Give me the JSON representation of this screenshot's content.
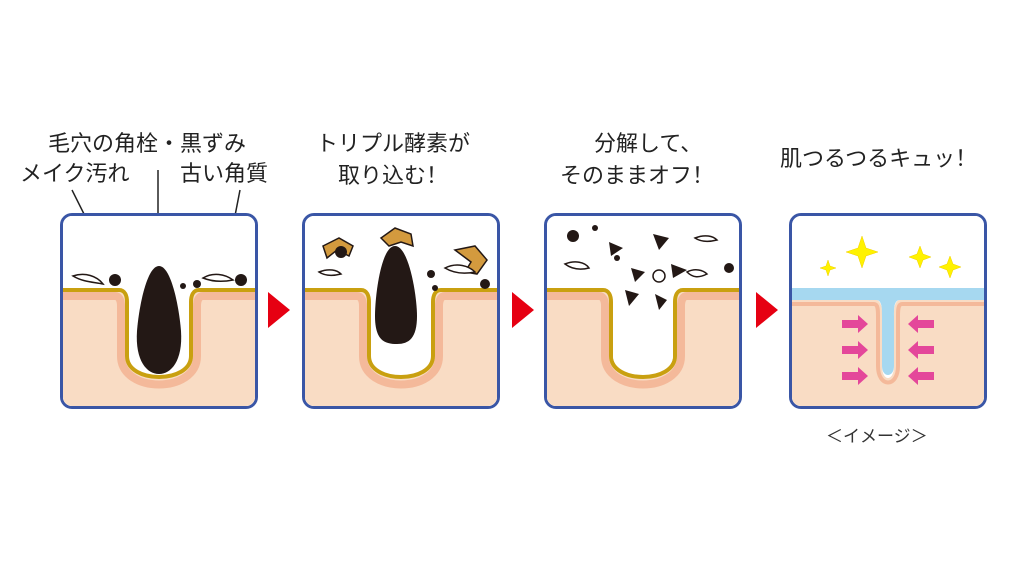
{
  "steps": [
    {
      "caption_lines": [
        "毛穴の角栓・黒ずみ"
      ],
      "labels": [
        "メイク汚れ",
        "古い角質"
      ]
    },
    {
      "caption_lines": [
        "トリプル酵素が",
        "取り込む！"
      ]
    },
    {
      "caption_lines": [
        "分解して、",
        "そのままオフ！"
      ]
    },
    {
      "caption_lines": [
        "肌つるつるキュッ！"
      ]
    }
  ],
  "note": "＜イメージ＞",
  "colors": {
    "frame": "#3a56a6",
    "skin": "#f9dcc4",
    "pore_lining": "#c9a010",
    "pore_glow": "#f4b99a",
    "plug": "#231815",
    "enzyme": "#d39a3e",
    "arrow": "#e60012",
    "sparkle": "#fff200",
    "moisture": "#a6d8f0",
    "tighten_arrow": "#e4479a"
  }
}
